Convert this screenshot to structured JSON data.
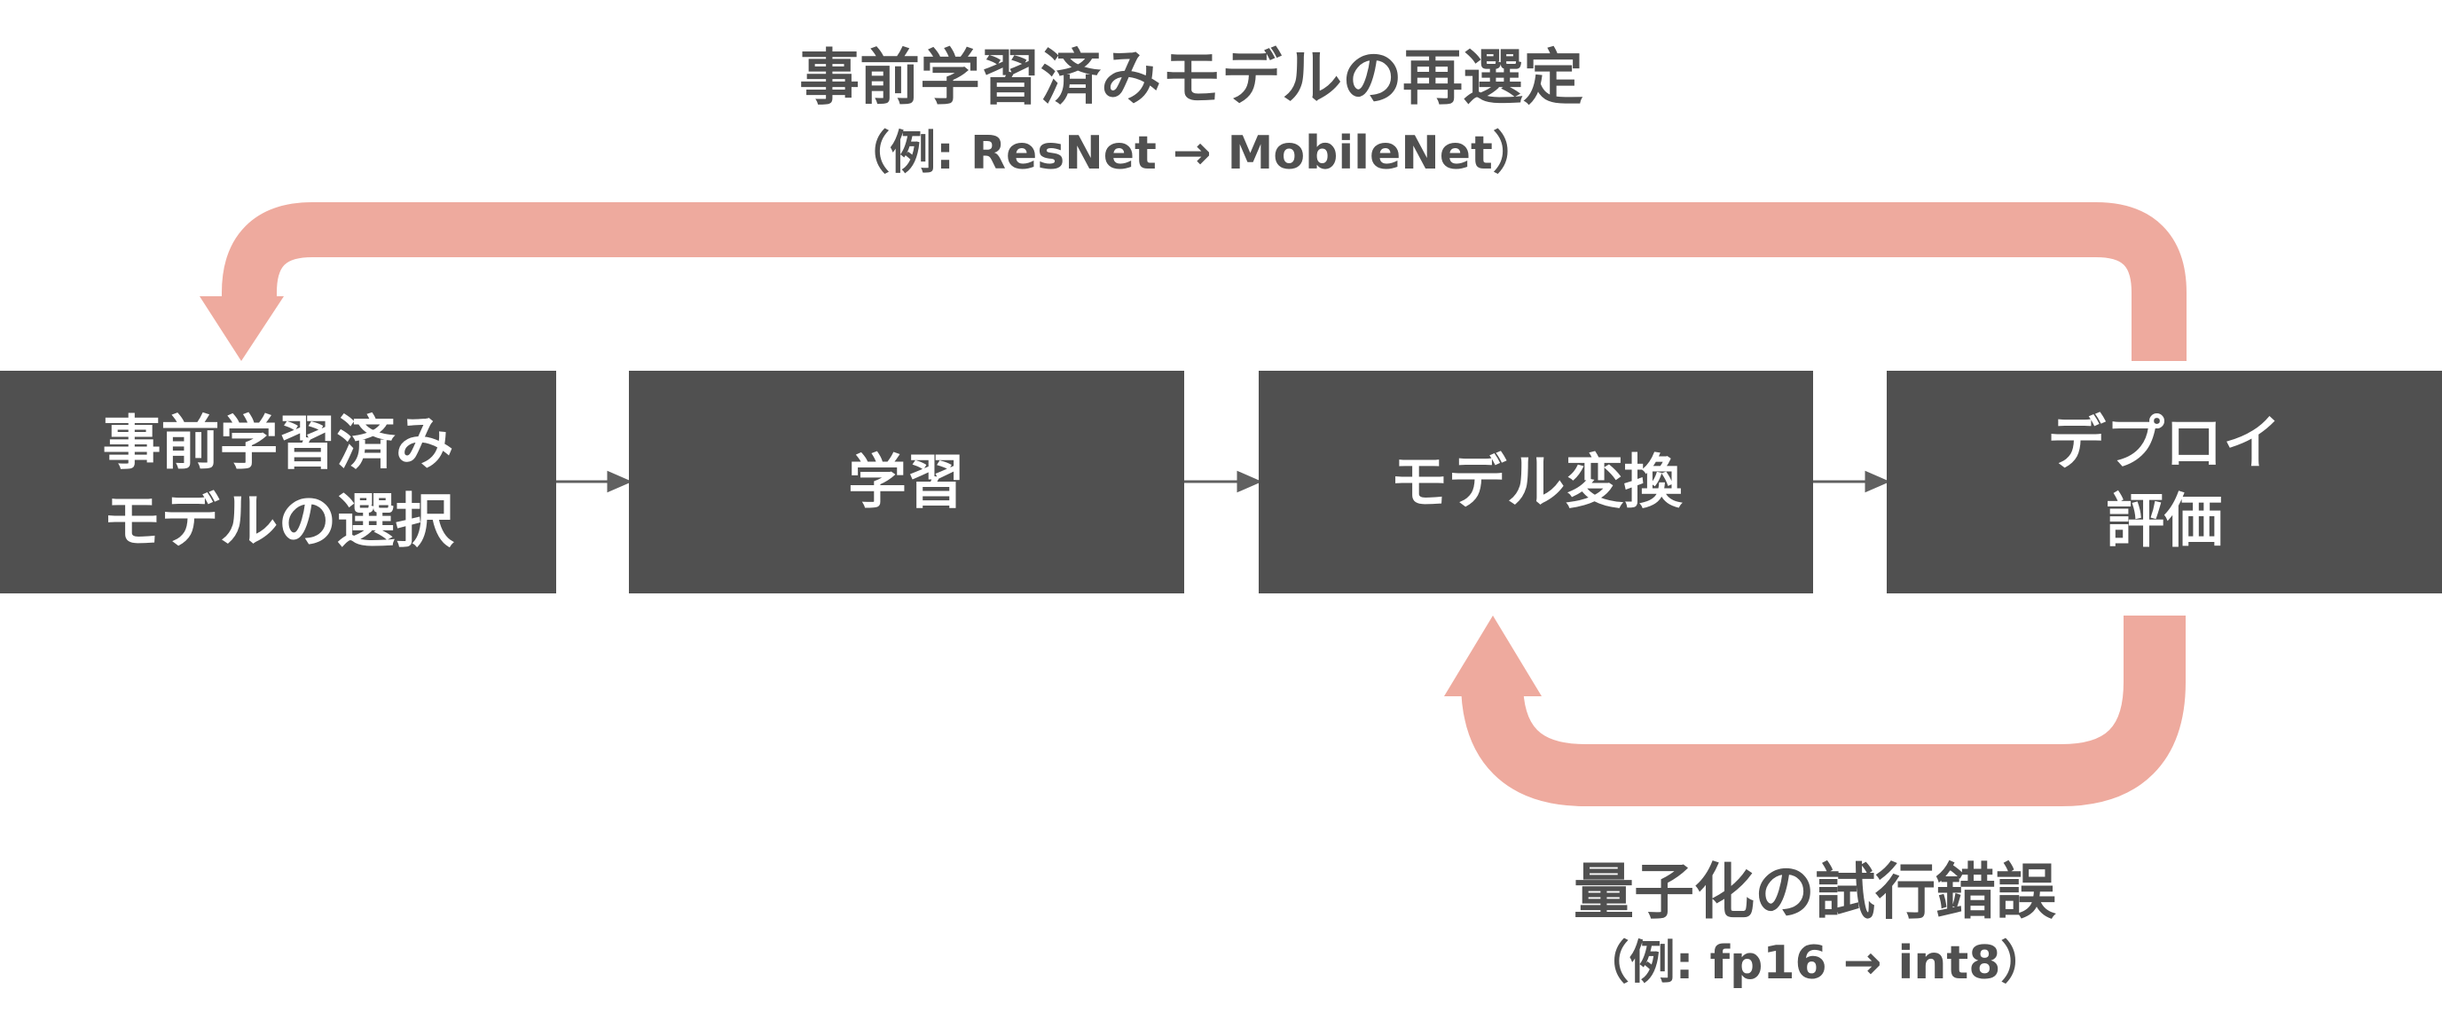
{
  "steps": [
    {
      "line1": "事前学習済み",
      "line2": "モデルの選択"
    },
    {
      "line1": "学習",
      "line2": ""
    },
    {
      "line1": "モデル変換",
      "line2": ""
    },
    {
      "line1": "デプロイ",
      "line2": "評価"
    }
  ],
  "top_loop": {
    "title": "事前学習済みモデルの再選定",
    "example": "（例: ResNet → MobileNet）"
  },
  "bottom_loop": {
    "title": "量子化の試行錯誤",
    "example": "（例: fp16 → int8）"
  },
  "colors": {
    "box": "#505050",
    "loop": "#EEAA9E",
    "connector": "#606060"
  }
}
